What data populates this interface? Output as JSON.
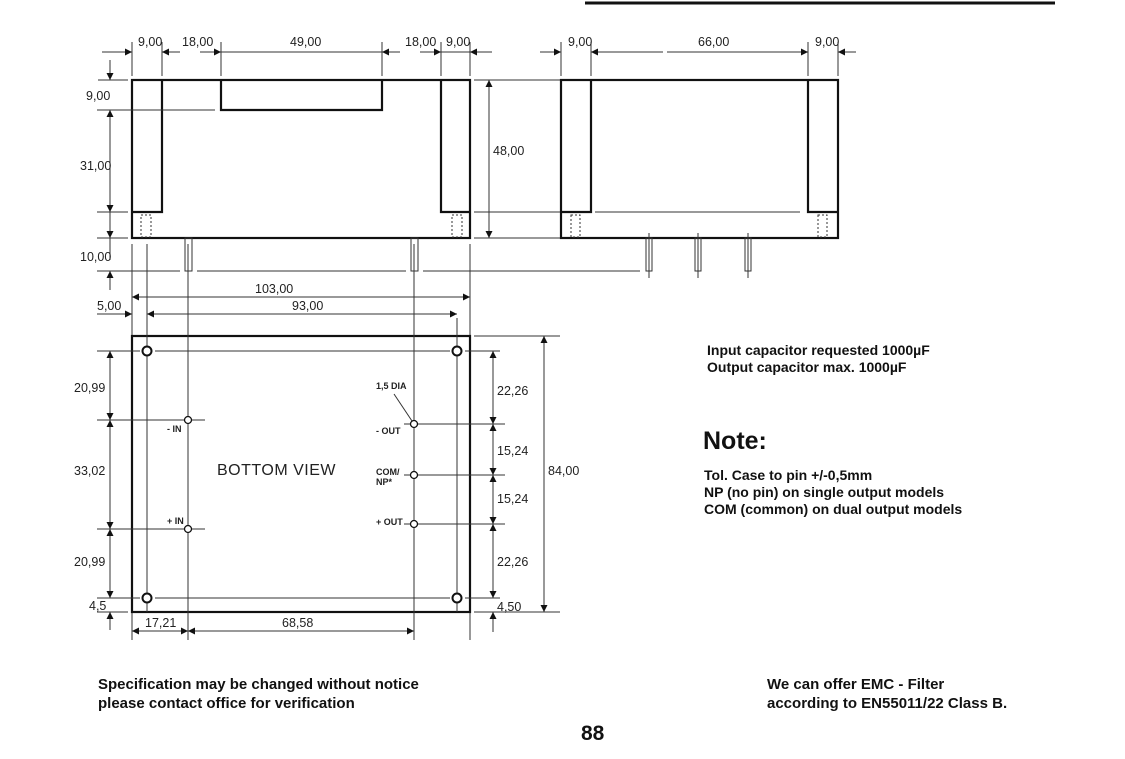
{
  "side_view_1": {
    "dims": {
      "w1": "9,00",
      "w2": "18,00",
      "w3": "49,00",
      "w4": "18,00",
      "w5": "9,00",
      "h1": "9,00",
      "h2": "31,00",
      "h3": "10,00",
      "height": "48,00",
      "overall": "103,00",
      "pitch": "93,00",
      "offset": "5,00"
    }
  },
  "side_view_2": {
    "dims": {
      "w1": "9,00",
      "w2": "66,00",
      "w3": "9,00"
    }
  },
  "bottom_view": {
    "title": "BOTTOM VIEW",
    "pins": {
      "minus_in": "- IN",
      "plus_in": "+ IN",
      "minus_out": "- OUT",
      "com_np_1": "COM/",
      "com_np_2": "NP*",
      "plus_out": "+ OUT",
      "dia": "1,5 DIA"
    },
    "dims": {
      "l1": "20,99",
      "l2": "33,02",
      "l3": "20,99",
      "l4": "4,5",
      "r1": "22,26",
      "r2": "15,24",
      "r3": "15,24",
      "r4": "22,26",
      "r5": "4,50",
      "height": "84,00",
      "b1": "17,21",
      "b2": "68,58"
    }
  },
  "capacitor_notes": [
    "Input capacitor requested 1000µF",
    "Output capacitor max. 1000µF"
  ],
  "note": {
    "title": "Note:",
    "lines": [
      "Tol. Case to pin +/-0,5mm",
      "NP (no pin) on single output models",
      "COM (common) on dual output models"
    ]
  },
  "footer": {
    "left": [
      "Specification may be changed without notice",
      "please contact office for verification"
    ],
    "right": [
      "We can offer EMC - Filter",
      "according to EN55011/22 Class B."
    ],
    "page_number": "88"
  }
}
